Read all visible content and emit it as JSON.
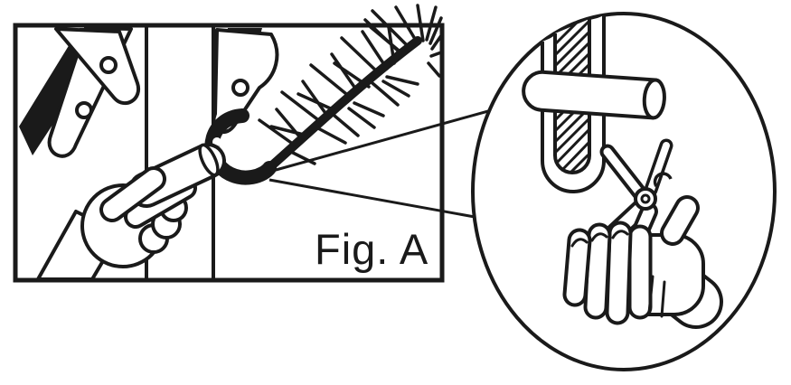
{
  "figure": {
    "label": "Fig. A",
    "colors": {
      "line": "#1a1a1a",
      "background": "#ffffff"
    },
    "parts": {
      "panel": "branch-attachment-instruction-panel",
      "pole": "tree-trunk-pole",
      "hinge": "branch-hinge-hook",
      "branch": "pine-branch",
      "hand_left": "hand-inserting-branch-pin",
      "callout": "magnified-detail-circle",
      "slot": "hinge-slot-with-hatching",
      "stub": "branch-stub-cylinder",
      "tool": "pliers-tool",
      "hand_right": "hand-holding-pliers"
    }
  }
}
